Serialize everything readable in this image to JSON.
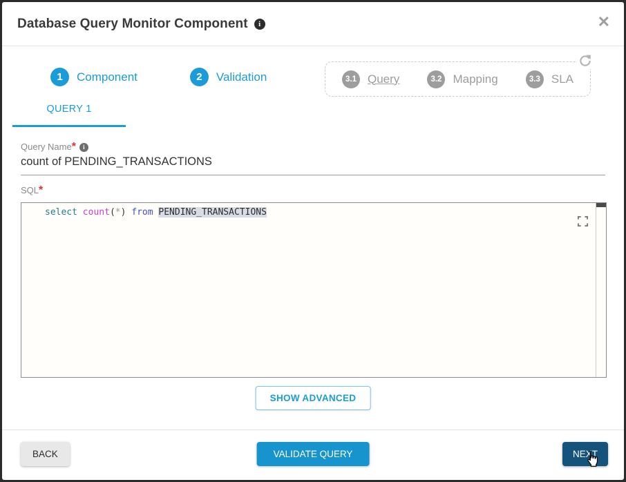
{
  "modal": {
    "title": "Database Query Monitor Component",
    "info_glyph": "i",
    "close_glyph": "✕"
  },
  "wizard": {
    "steps_done": [
      {
        "number": "1",
        "label": "Component"
      },
      {
        "number": "2",
        "label": "Validation"
      }
    ],
    "steps_pending": [
      {
        "number": "3.1",
        "label": "Query"
      },
      {
        "number": "3.2",
        "label": "Mapping"
      },
      {
        "number": "3.3",
        "label": "SLA"
      }
    ]
  },
  "tab": {
    "label": "QUERY 1"
  },
  "form": {
    "query_name": {
      "label": "Query Name",
      "required_mark": "*",
      "info_glyph": "i",
      "value": "count of PENDING_TRANSACTIONS"
    },
    "sql": {
      "label": "SQL",
      "required_mark": "*",
      "code_text": "select count(*) from PENDING_TRANSACTIONS",
      "code_tokens": [
        {
          "t": "select",
          "style": "color:#20808d"
        },
        {
          "t": " ",
          "style": ""
        },
        {
          "t": "count",
          "style": "color:#cf3bd0"
        },
        {
          "t": "(",
          "style": "color:#333333"
        },
        {
          "t": "*",
          "style": "color:#999999"
        },
        {
          "t": ")",
          "style": "color:#333333"
        },
        {
          "t": " ",
          "style": ""
        },
        {
          "t": "from",
          "style": "color:#4053c8"
        },
        {
          "t": " ",
          "style": ""
        },
        {
          "t": "PENDING_TRANSACTIONS",
          "style": "color:#2b2b2b;background:#d8dce6"
        }
      ]
    }
  },
  "buttons": {
    "show_advanced": "SHOW ADVANCED",
    "back": "BACK",
    "validate_query": "VALIDATE QUERY",
    "next": "NEXT"
  },
  "colors": {
    "accent_blue": "#1b9cd8",
    "validate_blue": "#1794ce",
    "next_navy": "#15537c",
    "pending_gray": "#9d9d9d",
    "required_red": "#e12f2f"
  }
}
